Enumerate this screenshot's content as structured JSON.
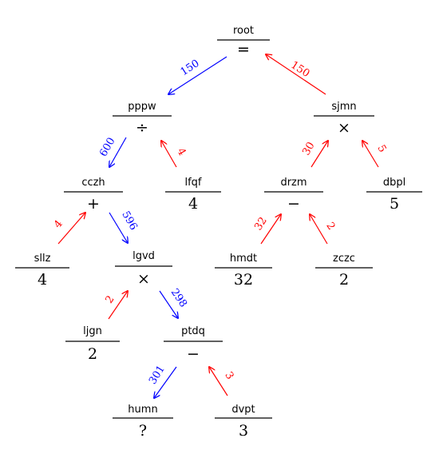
{
  "colors": {
    "down": "#0000ff",
    "up": "#ff0000",
    "text": "#000000",
    "line": "#000000"
  },
  "nodes": {
    "root": {
      "label": "root",
      "value": "="
    },
    "pppw": {
      "label": "pppw",
      "value": "÷"
    },
    "sjmn": {
      "label": "sjmn",
      "value": "×"
    },
    "cczh": {
      "label": "cczh",
      "value": "+"
    },
    "lfqf": {
      "label": "lfqf",
      "value": "4"
    },
    "drzm": {
      "label": "drzm",
      "value": "−"
    },
    "dbpl": {
      "label": "dbpl",
      "value": "5"
    },
    "sllz": {
      "label": "sllz",
      "value": "4"
    },
    "lgvd": {
      "label": "lgvd",
      "value": "×"
    },
    "hmdt": {
      "label": "hmdt",
      "value": "32"
    },
    "zczc": {
      "label": "zczc",
      "value": "2"
    },
    "ljgn": {
      "label": "ljgn",
      "value": "2"
    },
    "ptdq": {
      "label": "ptdq",
      "value": "−"
    },
    "humn": {
      "label": "humn",
      "value": "?"
    },
    "dvpt": {
      "label": "dvpt",
      "value": "3"
    }
  },
  "edges": {
    "root_pppw": {
      "label": "150",
      "direction": "down"
    },
    "sjmn_root": {
      "label": "150",
      "direction": "up"
    },
    "pppw_cczh": {
      "label": "600",
      "direction": "down"
    },
    "lfqf_pppw": {
      "label": "4",
      "direction": "up"
    },
    "drzm_sjmn": {
      "label": "30",
      "direction": "up"
    },
    "dbpl_sjmn": {
      "label": "5",
      "direction": "up"
    },
    "sllz_cczh": {
      "label": "4",
      "direction": "up"
    },
    "cczh_lgvd": {
      "label": "596",
      "direction": "down"
    },
    "hmdt_drzm": {
      "label": "32",
      "direction": "up"
    },
    "zczc_drzm": {
      "label": "2",
      "direction": "up"
    },
    "ljgn_lgvd": {
      "label": "2",
      "direction": "up"
    },
    "lgvd_ptdq": {
      "label": "298",
      "direction": "down"
    },
    "ptdq_humn": {
      "label": "301",
      "direction": "down"
    },
    "dvpt_ptdq": {
      "label": "3",
      "direction": "up"
    }
  }
}
